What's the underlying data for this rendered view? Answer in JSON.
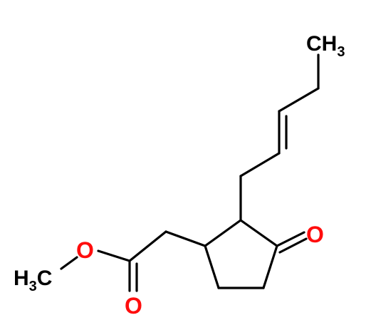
{
  "molecule": {
    "labels": {
      "ch3_top": {
        "main": "CH",
        "sub": "3"
      },
      "h3c_left": {
        "h": "H",
        "sub": "3",
        "c": "C"
      },
      "ester_o": "O",
      "carbonyl_o": "O",
      "ketone_o": "O"
    },
    "colors": {
      "bond": "#000000",
      "carbon_label": "#000000",
      "oxygen_label": "#ff0d0d"
    }
  }
}
